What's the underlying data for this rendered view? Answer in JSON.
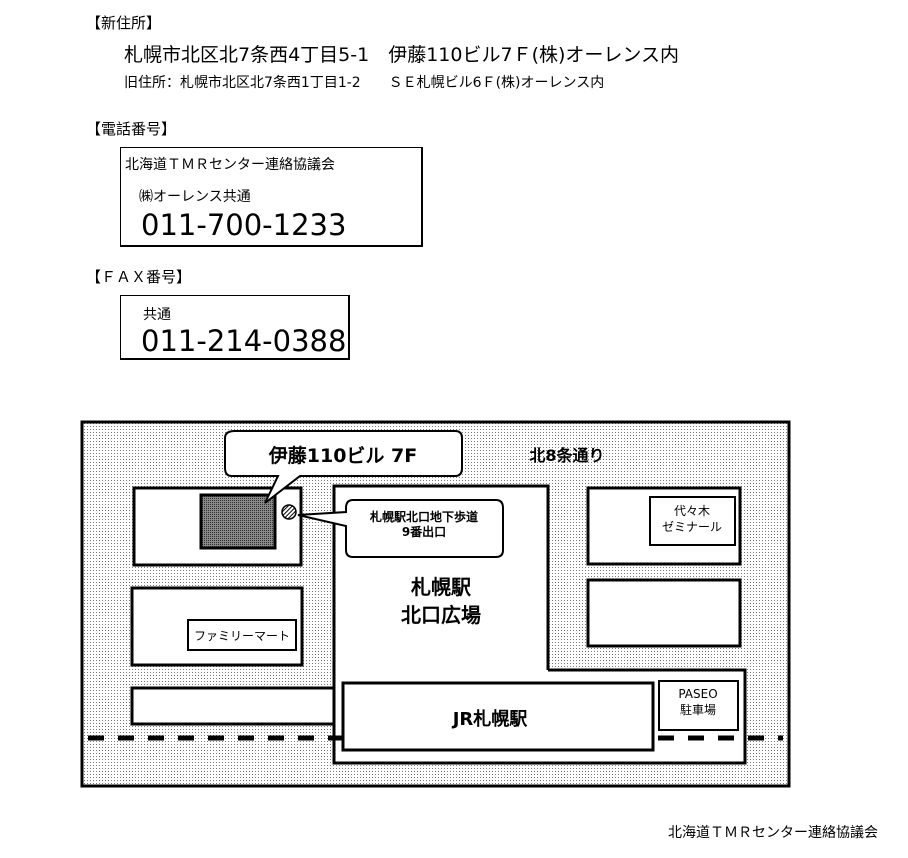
{
  "new_address": {
    "heading": "【新住所】",
    "address": "札幌市北区北7条西4丁目5-1　伊藤110ビル7Ｆ(株)オーレンス内",
    "old": "旧住所：札幌市北区北7条西1丁目1-2　　ＳＥ札幌ビル6Ｆ(株)オーレンス内"
  },
  "phone": {
    "heading": "【電話番号】",
    "org": "北海道ＴＭＲセンター連絡協議会",
    "sub": "㈱オーレンス共通",
    "number": "011-700-1233"
  },
  "fax": {
    "heading": "【ＦＡＸ番号】",
    "sub": "共通",
    "number": "011-214-0388"
  },
  "map": {
    "building_callout": "伊藤110ビル 7F",
    "street": "北8条通り",
    "exit_line1": "札幌駅北口地下歩道",
    "exit_line2": "9番出口",
    "plaza_line1": "札幌駅",
    "plaza_line2": "北口広場",
    "yoyogi_line1": "代々木",
    "yoyogi_line2": "ゼミナール",
    "familymart": "ファミリーマート",
    "station": "JR札幌駅",
    "paseo_line1": "PASEO",
    "paseo_line2": "駐車場"
  },
  "footer": "北海道ＴＭＲセンター連絡協議会"
}
